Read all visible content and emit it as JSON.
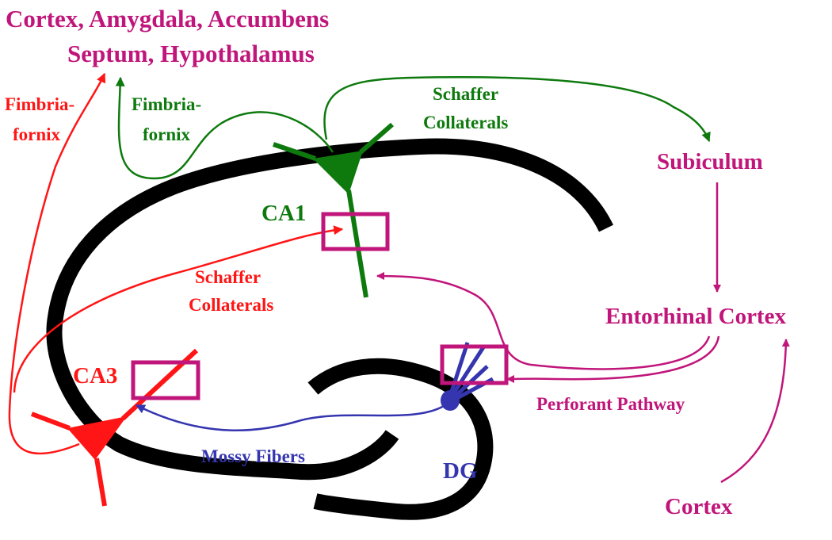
{
  "colors": {
    "magenta": "#C0157A",
    "green": "#0E7A0E",
    "red": "#FF1515",
    "blue": "#3535B0",
    "black": "#000000"
  },
  "labels": {
    "targets_line1": "Cortex, Amygdala, Accumbens",
    "targets_line2": "Septum, Hypothalamus",
    "fimbria_red_line1": "Fimbria-",
    "fimbria_red_line2": "fornix",
    "fimbria_green_line1": "Fimbria-",
    "fimbria_green_line2": "fornix",
    "schaffer_green_line1": "Schaffer",
    "schaffer_green_line2": "Collaterals",
    "subiculum": "Subiculum",
    "ca1": "CA1",
    "schaffer_red_line1": "Schaffer",
    "schaffer_red_line2": "Collaterals",
    "entorhinal": "Entorhinal Cortex",
    "ca3": "CA3",
    "perforant": "Perforant Pathway",
    "mossy": "Mossy Fibers",
    "dg": "DG",
    "cortex": "Cortex"
  }
}
